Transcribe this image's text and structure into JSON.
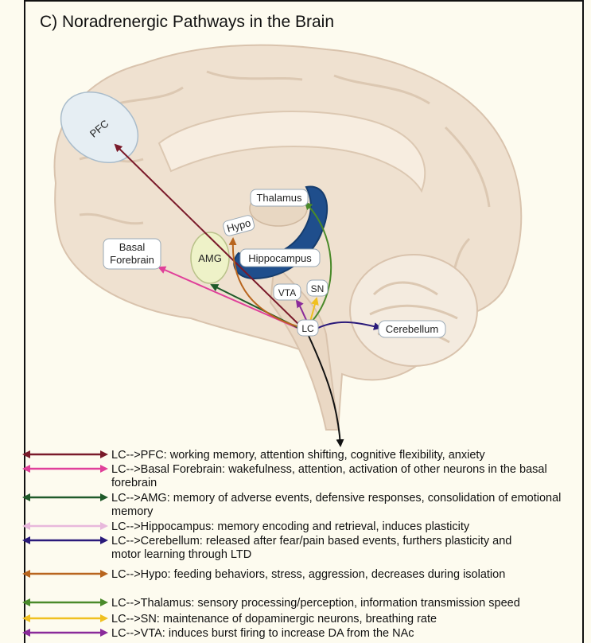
{
  "title": "C) Noradrenergic Pathways in the Brain",
  "regions": {
    "pfc": "PFC",
    "basal_forebrain": [
      "Basal",
      "Forebrain"
    ],
    "amg": "AMG",
    "hypo": "Hypo",
    "thalamus": "Thalamus",
    "hippocampus": "Hippocampus",
    "vta": "VTA",
    "sn": "SN",
    "lc": "LC",
    "cerebellum": "Cerebellum"
  },
  "colors": {
    "pfc": "#7a1a2a",
    "basal_forebrain": "#e0409a",
    "amg": "#1f5a2a",
    "hippocampus": "#e8b8dc",
    "cerebellum": "#2a1a7a",
    "hypo": "#b8651e",
    "thalamus": "#4a8a2a",
    "sn": "#f0c020",
    "vta": "#8a2a9a",
    "spinal": "#111111"
  },
  "legend": [
    {
      "color_key": "pfc",
      "lines": [
        "LC-->PFC: working memory, attention shifting, cognitive flexibility, anxiety"
      ]
    },
    {
      "color_key": "basal_forebrain",
      "lines": [
        "LC-->Basal Forebrain: wakefulness, attention, activation of other neurons in the basal",
        "forebrain"
      ]
    },
    {
      "color_key": "amg",
      "lines": [
        "LC-->AMG: memory of adverse events, defensive responses, consolidation of emotional",
        "memory"
      ]
    },
    {
      "color_key": "hippocampus",
      "lines": [
        "LC-->Hippocampus: memory encoding and retrieval, induces plasticity"
      ]
    },
    {
      "color_key": "cerebellum",
      "lines": [
        "LC-->Cerebellum: released after fear/pain based events, furthers plasticity and",
        "motor learning through LTD"
      ]
    },
    {
      "color_key": "hypo",
      "lines": [
        "LC-->Hypo: feeding behaviors, stress, aggression, decreases during isolation"
      ]
    },
    {
      "color_key": "thalamus",
      "lines": [
        "LC-->Thalamus: sensory processing/perception, information transmission speed"
      ]
    },
    {
      "color_key": "sn",
      "lines": [
        "LC-->SN: maintenance of dopaminergic neurons, breathing rate"
      ]
    },
    {
      "color_key": "vta",
      "lines": [
        "LC-->VTA: induces burst firing to increase DA from the NAc"
      ]
    }
  ]
}
